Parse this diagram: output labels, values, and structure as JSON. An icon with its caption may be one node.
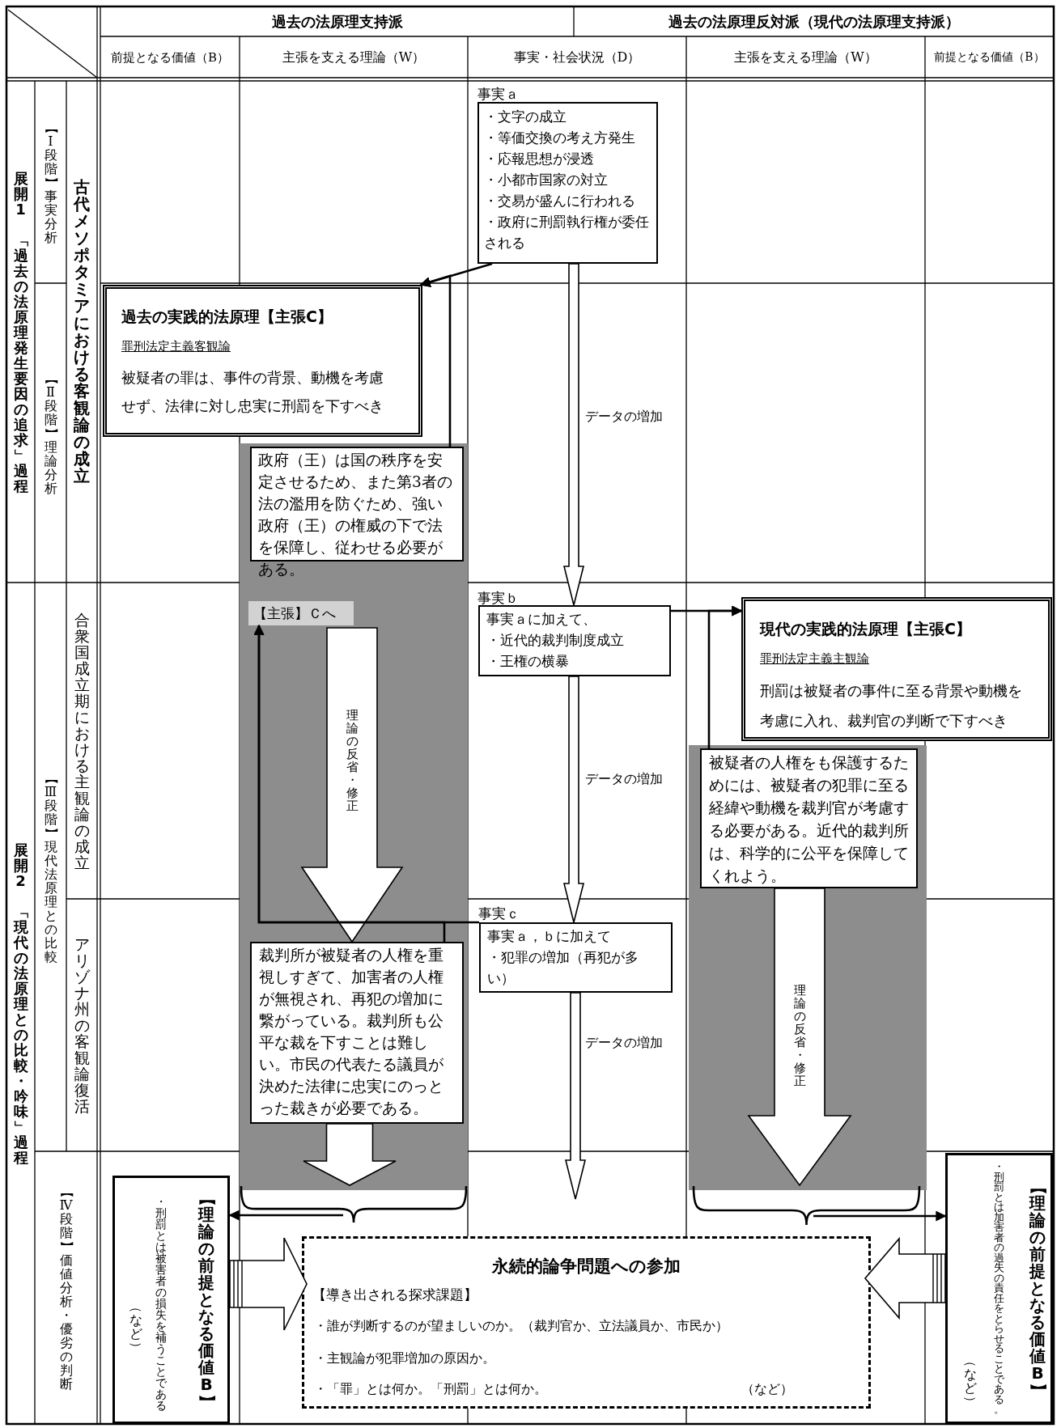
{
  "diagram": {
    "nodes": [
      {
        "text": [
          "・文字の成立",
          "・等価交換の考え方発生",
          "・応報思想が浸透",
          "・小都市国家の対立",
          "・交易が盛んに行われる",
          "・政府に刑罰執行権が委任される"
        ],
        "beside": [
          "事実ａ"
        ]
      },
      {
        "text": [
          "過去の実践的法原理【主張C】",
          "罪刑法定主義客観論",
          "被疑者の罪は、事件の背景、動機を考慮せず、法律に対し忠実に刑罰を下すべき"
        ]
      },
      {
        "text": [
          "政府（王）は国の秩序を安定させるため、また第3者の法の濫用を防ぐため、強い政府（王）の権威の下で法を保障し、従わせる必要がある。"
        ]
      },
      {
        "text": [
          "事実ａに加えて、",
          "・近代的裁判制度成立",
          "・王権の横暴"
        ],
        "beside": [
          "事実ｂ"
        ]
      },
      {
        "text": [
          "現代の実践的法原理【主張C】",
          "罪刑法定主義主観論",
          "刑罰は被疑者の事件に至る背景や動機を考慮に入れ、裁判官の判断で下すべき"
        ]
      },
      {
        "text": [
          "被疑者の人権をも保護するためには、被疑者の犯罪に至る経緯や動機を裁判官が考慮する必要がある。近代的裁判所は、科学的に公平を保障してくれよう。"
        ]
      },
      {
        "text": [
          "事実ａ，ｂに加えて",
          "・犯罪の増加（再犯が多い）"
        ],
        "beside": [
          "事実ｃ"
        ]
      },
      {
        "text": [
          "裁判所が被疑者の人権を重視しすぎて、加害者の人権が無視され、再犯の増加に繋がっている。裁判所も公平な裁を下すことは難しい。市民の代表たる議員が決めた法律に忠実にのっとった裁きが必要である。"
        ]
      },
      {
        "text": [
          "【主張】Ｃへ"
        ]
      },
      {
        "text": [
          "【理論の前提となる価値B】",
          "・刑罰とは被害者の損失を補うことである",
          "（など）"
        ]
      },
      {
        "text": [
          "【理論の前提となる価値B】",
          "・刑罰とは加害者の過失の責任をとらせることである。",
          "（など）"
        ]
      },
      {
        "text": [
          "永続的論争問題への参加",
          "【導き出される探求課題】",
          "・誰が判断するのが望ましいのか。（裁判官か、立法議員か、市民か）",
          "・主観論が犯罪増加の原因か。",
          "・「罪」とは何か。「刑罰」とは何か。",
          "（など）"
        ]
      },
      {
        "text": [],
        "shape": "brace"
      },
      {
        "text": [],
        "shape": "brace"
      }
    ],
    "edges": [
      {
        "from": 0,
        "to": 1,
        "arrow": "to"
      },
      {
        "from": 2,
        "to": 1,
        "arrow": "to"
      },
      {
        "from": 0,
        "to": 3,
        "arrow": "to",
        "label": "データの増加",
        "style": "thick"
      },
      {
        "from": 3,
        "to": 4,
        "arrow": "to"
      },
      {
        "from": 5,
        "to": 4,
        "arrow": "to"
      },
      {
        "from": 3,
        "to": 6,
        "arrow": "to",
        "label": "データの増加",
        "style": "thick"
      },
      {
        "from": null,
        "to": 7,
        "arrow": "to",
        "label": "理論の反省・修正",
        "style": "thick"
      },
      {
        "from": 6,
        "to": 8,
        "arrow": "to"
      },
      {
        "from": 7,
        "to": 8,
        "arrow": "to"
      },
      {
        "from": 5,
        "to": 13,
        "arrow": "to",
        "label": "理論の反省・修正",
        "style": "thick"
      },
      {
        "from": 6,
        "to": null,
        "arrow": "to",
        "label": "データの増加",
        "style": "thick"
      },
      {
        "from": 7,
        "to": 12,
        "arrow": "to",
        "style": "thick"
      },
      {
        "from": 12,
        "to": 9,
        "arrow": "to"
      },
      {
        "from": 13,
        "to": 10,
        "arrow": "to"
      },
      {
        "from": 9,
        "to": 11,
        "arrow": "to",
        "style": "thick"
      },
      {
        "from": 10,
        "to": 11,
        "arrow": "to",
        "style": "thick"
      }
    ],
    "labels": [
      "過去の法原理支持派",
      "過去の法原理反対派（現代の法原理支持派）",
      "前提となる価値（B）",
      "主張を支える理論（W）",
      "事実・社会状況（D）",
      "主張を支える理論（W）",
      "前提となる価値（B）",
      "展開1　「過去の法原理発生要因の追求」過程",
      "【Ⅰ段階】事実分析",
      "古代メソポタミアにおける客観論の成立",
      "【Ⅱ段階】理論分析",
      "展開2　「現代の法原理との比較・吟味」過程",
      "【Ⅲ段階】現代法原理との比較",
      "合衆国成立期における主観論の成立",
      "アリゾナ州の客観論復活",
      "【Ⅳ段階】価値分析・優劣の判断"
    ]
  }
}
